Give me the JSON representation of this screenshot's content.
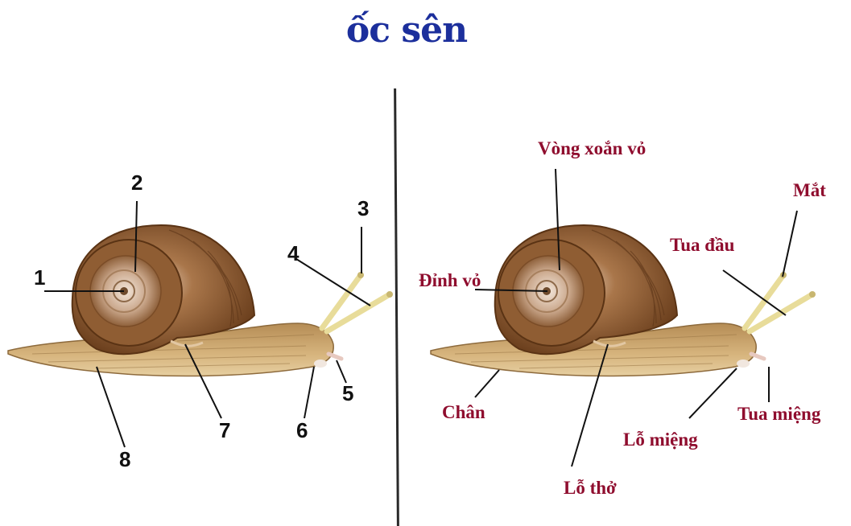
{
  "title": "ốc sên",
  "left_numbers": [
    "1",
    "2",
    "3",
    "4",
    "5",
    "6",
    "7",
    "8"
  ],
  "right_labels": {
    "vong_xoan_vo": "Vòng xoắn vỏ",
    "mat": "Mắt",
    "tua_dau": "Tua đầu",
    "dinh_vo": "Đỉnh vỏ",
    "chan": "Chân",
    "tua_mieng": "Tua miệng",
    "lo_mieng": "Lỗ miệng",
    "lo_tho": "Lỗ thở"
  },
  "colors": {
    "title": "#1c2f9c",
    "labels": "#8f0d2e",
    "numbers": "#111111",
    "shell": "#8a5a2e",
    "body": "#c9a66b"
  }
}
